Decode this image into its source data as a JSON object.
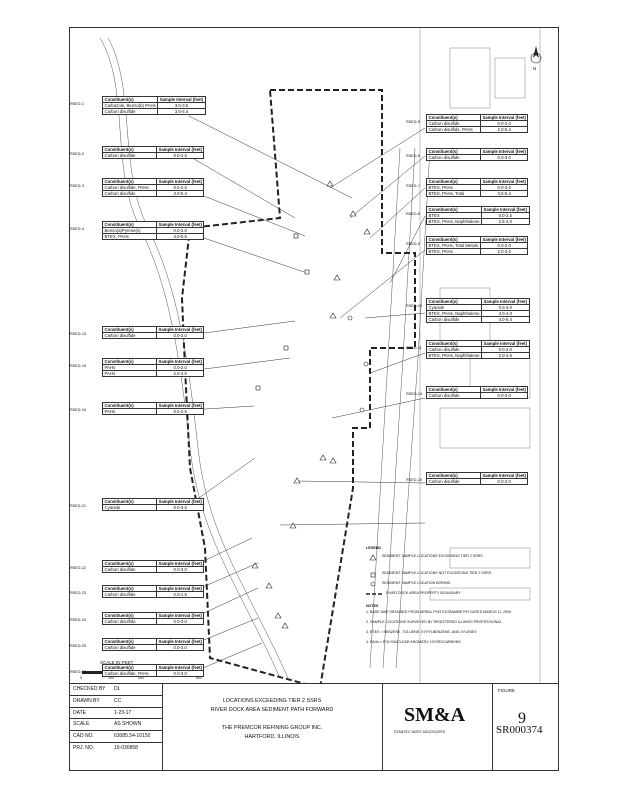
{
  "figure": {
    "label": "FIGURE",
    "number": "9",
    "bates": "SR000374"
  },
  "title_block": {
    "rows": [
      {
        "key": "CHECKED BY",
        "value": "DL"
      },
      {
        "key": "DRAWN BY",
        "value": "CC"
      },
      {
        "key": "DATE",
        "value": "1-23-17"
      },
      {
        "key": "SCALE",
        "value": "AS SHOWN"
      },
      {
        "key": "CAD NO.",
        "value": "63085.54-10150"
      },
      {
        "key": "PRJ. NO.",
        "value": "15-030858"
      }
    ],
    "title_lines": [
      "LOCATIONS EXCEEDING TIER 2 SSRS",
      "RIVER DOCK AREA SEDIMENT PATH FORWARD"
    ],
    "client_lines": [
      "THE PREMCOR REFINING GROUP INC.",
      "HARTFORD, ILLINOIS"
    ],
    "logo": "SM&A",
    "logo_sub": "STANTEC MOST ASSOCIATES"
  },
  "scale": {
    "label": "SCALE IN FEET",
    "ticks": [
      "0",
      "200",
      "400",
      "800"
    ]
  },
  "north_label": "N",
  "tables": [
    {
      "id": "RSED-1",
      "header": [
        "Constituent(s)",
        "Sample Interval (feet)"
      ],
      "rows": [
        [
          "Carbazole, Benzo(b) PAHs",
          "3.0-3.5"
        ],
        [
          "Carbon disulfide",
          "3.5-5.4"
        ]
      ]
    },
    {
      "id": "RSED-2",
      "header": [
        "Constituent(s)",
        "Sample Interval (feet)"
      ],
      "rows": [
        [
          "Carbon disulfide",
          "0.0-1.0"
        ]
      ]
    },
    {
      "id": "RSED-3",
      "header": [
        "Constituent(s)",
        "Sample Interval (feet)"
      ],
      "rows": [
        [
          "Carbon disulfide, PAHs",
          "0.0-2.0"
        ],
        [
          "Carbon disulfide",
          "3.0-5.4"
        ]
      ]
    },
    {
      "id": "RSED-4",
      "header": [
        "Constituent(s)",
        "Sample Interval (feet)"
      ],
      "rows": [
        [
          "Benzo(a)Pyrene(s)",
          "0.0-2.0"
        ],
        [
          "BTEX, PAHs",
          "3.0-5.5"
        ]
      ]
    },
    {
      "id": "RSED-13",
      "header": [
        "Constituent(s)",
        "Sample Interval (feet)"
      ],
      "rows": [
        [
          "Carbon disulfide",
          "0.0-3.0"
        ]
      ]
    },
    {
      "id": "RSED-15",
      "header": [
        "Constituent(s)",
        "Sample Interval (feet)"
      ],
      "rows": [
        [
          "PAHs",
          "0.0-2.0"
        ],
        [
          "PAHs",
          "2.0-4.0"
        ]
      ]
    },
    {
      "id": "RSED-16",
      "header": [
        "Constituent(s)",
        "Sample Interval (feet)"
      ],
      "rows": [
        [
          "PAHs",
          "0.0-2.5"
        ]
      ]
    },
    {
      "id": "RSED-21",
      "header": [
        "Constituent(s)",
        "Sample Interval (feet)"
      ],
      "rows": [
        [
          "Cyanide",
          "0.0-3.0"
        ]
      ]
    },
    {
      "id": "RSED-22",
      "header": [
        "Constituent(s)",
        "Sample Interval (feet)"
      ],
      "rows": [
        [
          "Carbon disulfide",
          "0.0-3.0"
        ]
      ]
    },
    {
      "id": "RSED-23",
      "header": [
        "Constituent(s)",
        "Sample Interval (feet)"
      ],
      "rows": [
        [
          "Carbon disulfide",
          "0.0-1.5"
        ]
      ]
    },
    {
      "id": "RSED-24",
      "header": [
        "Constituent(s)",
        "Sample Interval (feet)"
      ],
      "rows": [
        [
          "Carbon disulfide",
          "0.0-3.0"
        ]
      ]
    },
    {
      "id": "RSED-25",
      "header": [
        "Constituent(s)",
        "Sample Interval (feet)"
      ],
      "rows": [
        [
          "Carbon disulfide",
          "0.0-3.0"
        ]
      ]
    },
    {
      "id": "RSED-26",
      "header": [
        "Constituent(s)",
        "Sample Interval (feet)"
      ],
      "rows": [
        [
          "Carbon disulfide, PAHs",
          "0.0-3.0"
        ]
      ]
    },
    {
      "id": "RSED-5",
      "header": [
        "Constituent(s)",
        "Sample Interval (feet)"
      ],
      "rows": [
        [
          "Carbon disulfide",
          "0.0-2.0"
        ],
        [
          "Carbon disulfide, PAHs",
          "2.0-5.4"
        ]
      ]
    },
    {
      "id": "RSED-6",
      "header": [
        "Constituent(s)",
        "Sample Interval (feet)"
      ],
      "rows": [
        [
          "Carbon disulfide",
          "0.0-3.0"
        ]
      ]
    },
    {
      "id": "RSED-7",
      "header": [
        "Constituent(s)",
        "Sample Interval (feet)"
      ],
      "rows": [
        [
          "BTEX, PAHs",
          "0.0-3.5"
        ],
        [
          "BTEX, PAHs, Total",
          "3.5-5.4"
        ]
      ]
    },
    {
      "id": "RSED-8",
      "header": [
        "Constituent(s)",
        "Sample Interval (feet)"
      ],
      "rows": [
        [
          "BTEX",
          "0.0-2.5"
        ],
        [
          "BTEX, PAHs, Naphthalene",
          "2.5-4.0"
        ]
      ]
    },
    {
      "id": "RSED-9",
      "header": [
        "Constituent(s)",
        "Sample Interval (feet)"
      ],
      "rows": [
        [
          "BTEX, PAHs, Total Metals",
          "0.0-2.0"
        ],
        [
          "BTEX, PAHs",
          "2.0-3.5"
        ]
      ]
    },
    {
      "id": "RSED-10",
      "header": [
        "Constituent(s)",
        "Sample Interval (feet)"
      ],
      "rows": [
        [
          "Cyanide",
          "0.0-3.0"
        ],
        [
          "BTEX, PAHs, Naphthalene",
          "3.0-4.0"
        ],
        [
          "Carbon disulfide",
          "4.0-5.4"
        ]
      ]
    },
    {
      "id": "RSED-11",
      "header": [
        "Constituent(s)",
        "Sample Interval (feet)"
      ],
      "rows": [
        [
          "Carbon disulfide",
          "0.0-2.0"
        ],
        [
          "BTEX, PAHs, Naphthalene",
          "2.0-3.5"
        ]
      ]
    },
    {
      "id": "RSED-14",
      "header": [
        "Constituent(s)",
        "Sample Interval (feet)"
      ],
      "rows": [
        [
          "Carbon disulfide",
          "0.0-3.0"
        ]
      ]
    },
    {
      "id": "RSED-20",
      "header": [
        "Constituent(s)",
        "Sample Interval (feet)"
      ],
      "rows": [
        [
          "Carbon disulfide",
          "0.0-2.0"
        ]
      ]
    }
  ],
  "legend": {
    "title": "LEGEND",
    "items": [
      "SEDIMENT SAMPLE LOCATIONS EXCEEDING TIER 2 SSRS",
      "SEDIMENT SAMPLE LOCATIONS NOT EXCEEDING TIER 2 SSRS",
      "SEDIMENT SAMPLE LOCATION BORING",
      "RIVER DOCK AREA PROPERTY BOUNDARY"
    ],
    "notes_title": "NOTES",
    "notes": [
      "1. BASE MAP OBTAINED FROM AERIAL PHOTOGRAMMETRY DATED MARCH 11, 2009",
      "2. SAMPLE LOCATIONS SURVEYED BY REGISTERED ILLINOIS PROFESSIONAL",
      "3. BTEX = BENZENE, TOLUENE, ETHYLBENZENE, AND XYLENES",
      "4. PAHs = POLYNUCLEAR AROMATIC HYDROCARBONS"
    ]
  }
}
